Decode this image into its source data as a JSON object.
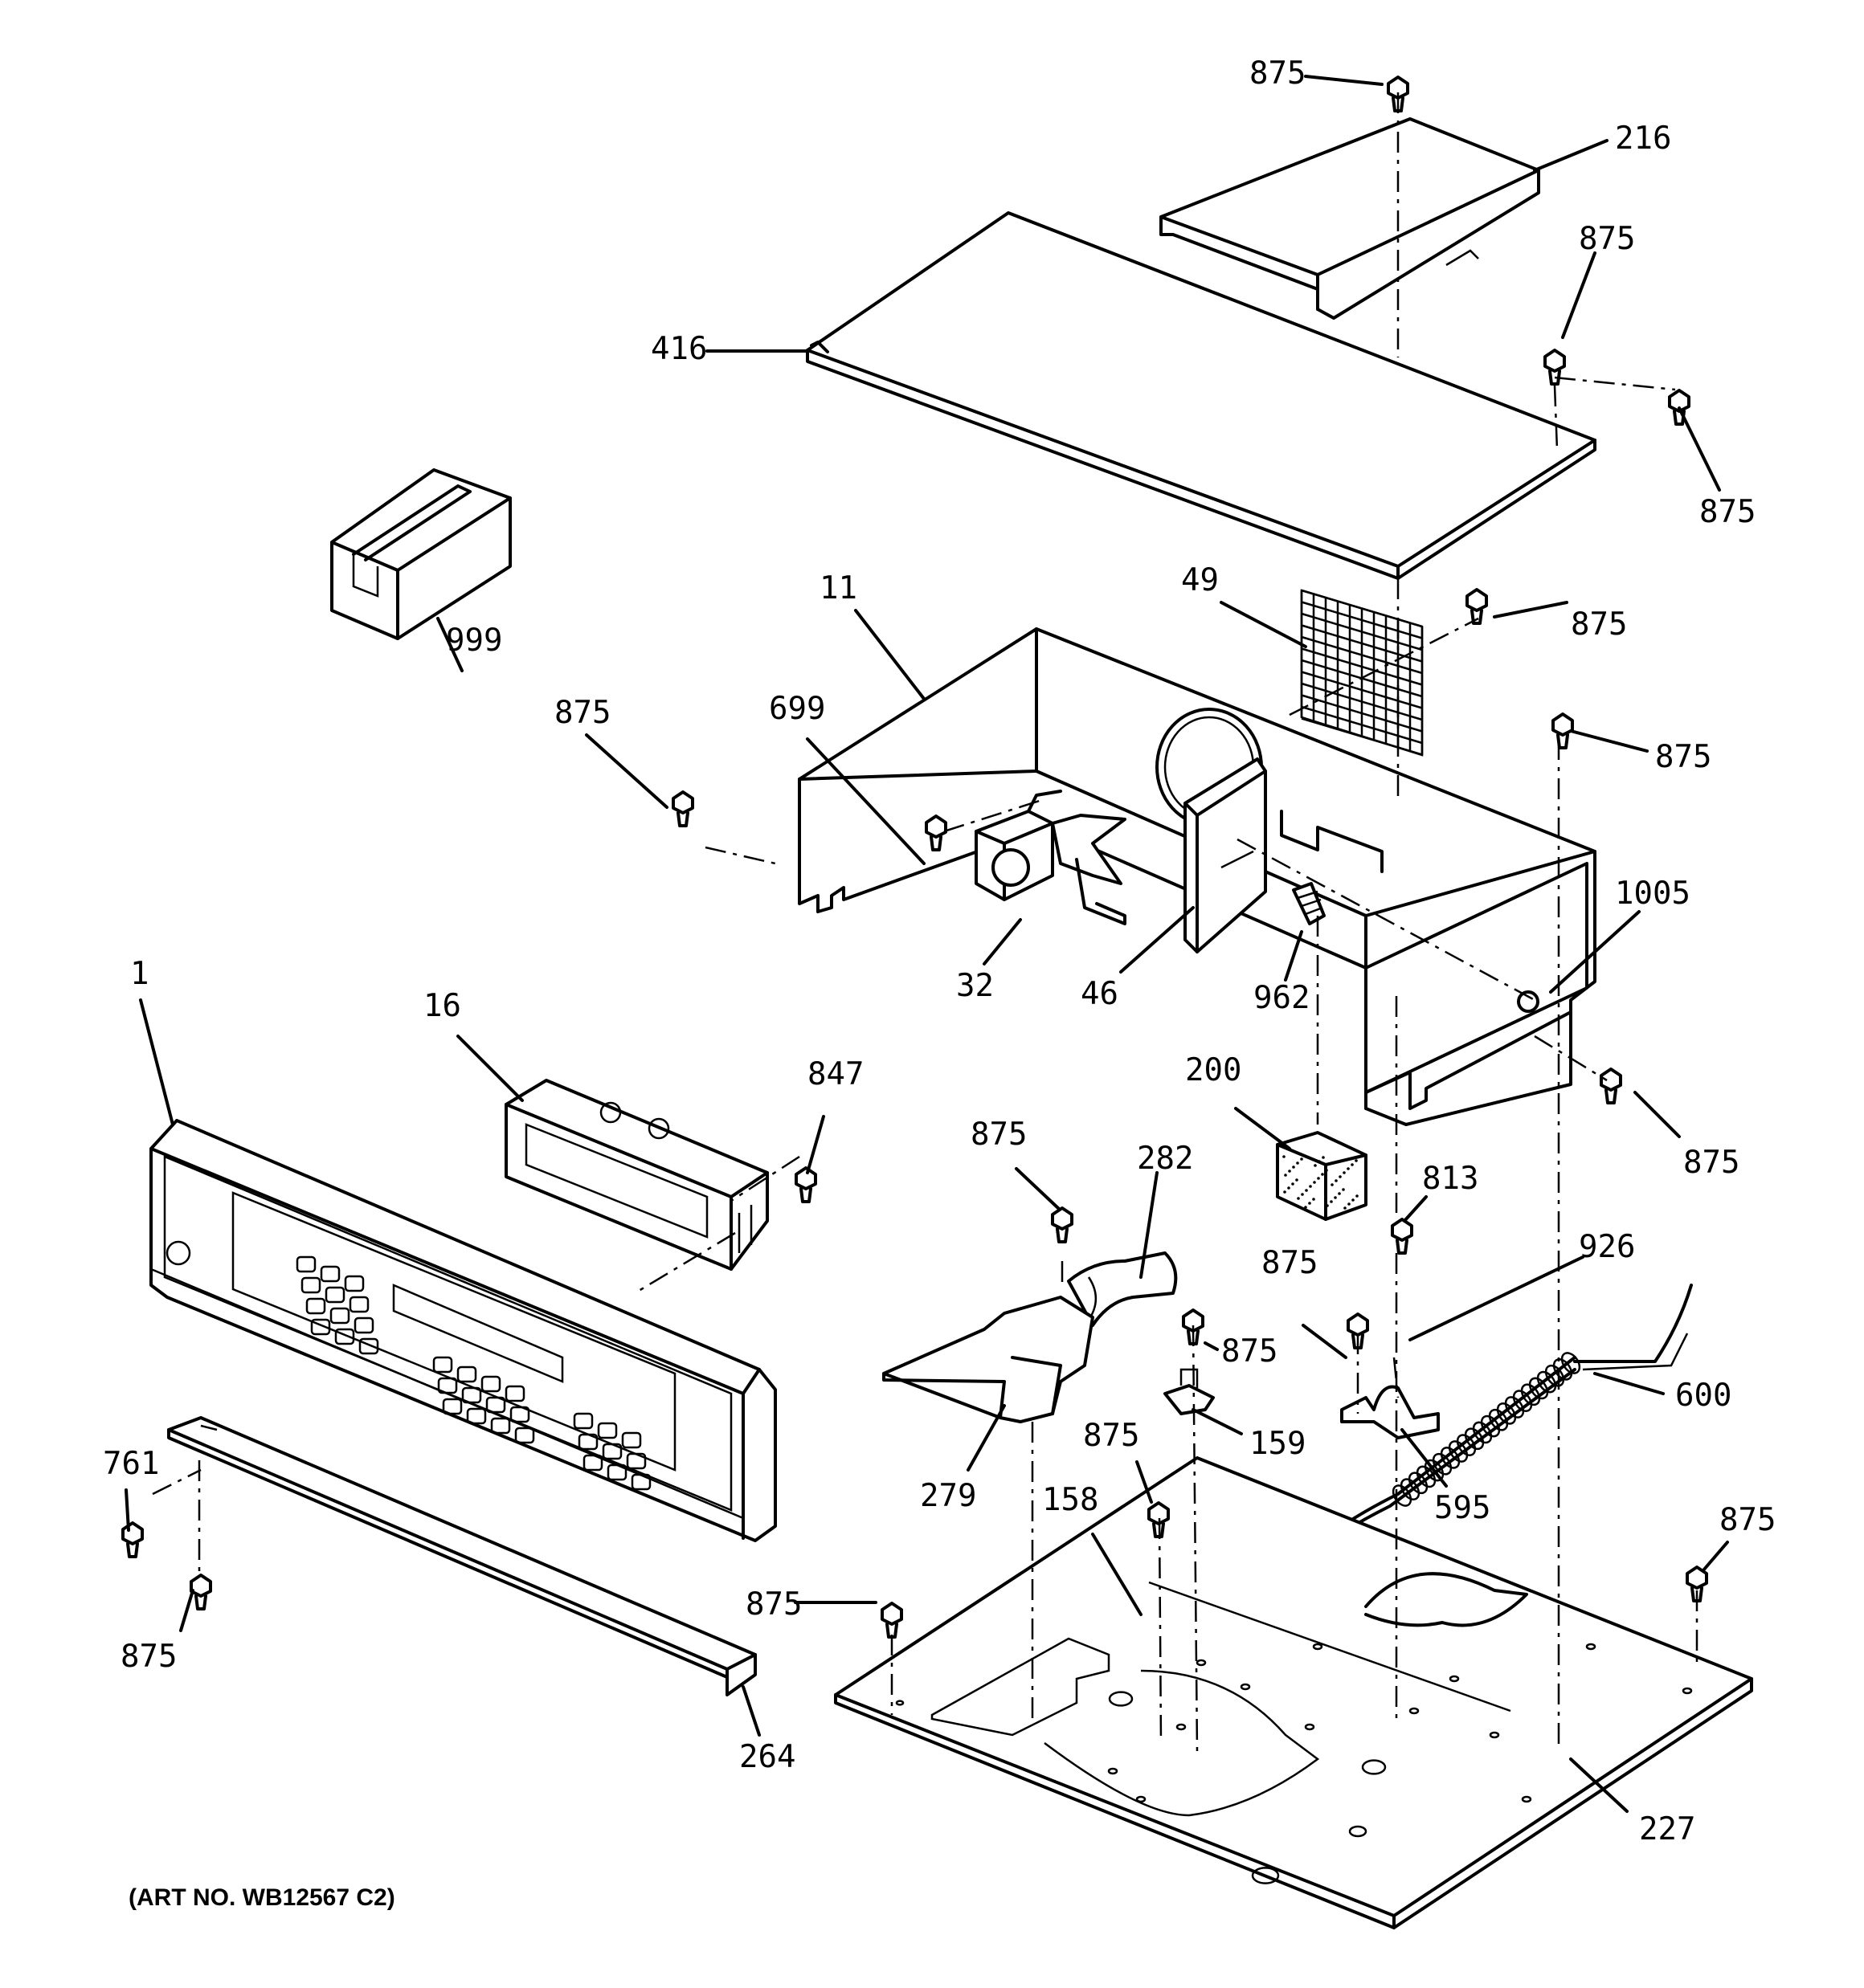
{
  "diagram": {
    "labels": {
      "p875_top": "875",
      "p216": "216",
      "p875_r1": "875",
      "p416": "416",
      "p875_r2": "875",
      "p999": "999",
      "p11": "11",
      "p49": "49",
      "p875_r3": "875",
      "p875_l1": "875",
      "p699": "699",
      "p875_r4": "875",
      "p1005": "1005",
      "p32": "32",
      "p46": "46",
      "p962": "962",
      "p1": "1",
      "p16": "16",
      "p847": "847",
      "p200": "200",
      "p875_r5": "875",
      "p875_m1": "875",
      "p282": "282",
      "p813": "813",
      "p926": "926",
      "p875_m2": "875",
      "p875_m3": "875",
      "p600": "600",
      "p761": "761",
      "p159": "159",
      "p279": "279",
      "p875_m4": "875",
      "p158": "158",
      "p595": "595",
      "p875_r6": "875",
      "p875_bl": "875",
      "p875_bm": "875",
      "p264": "264",
      "p227": "227"
    },
    "art_number": "(ART NO. WB12567 C2)"
  }
}
